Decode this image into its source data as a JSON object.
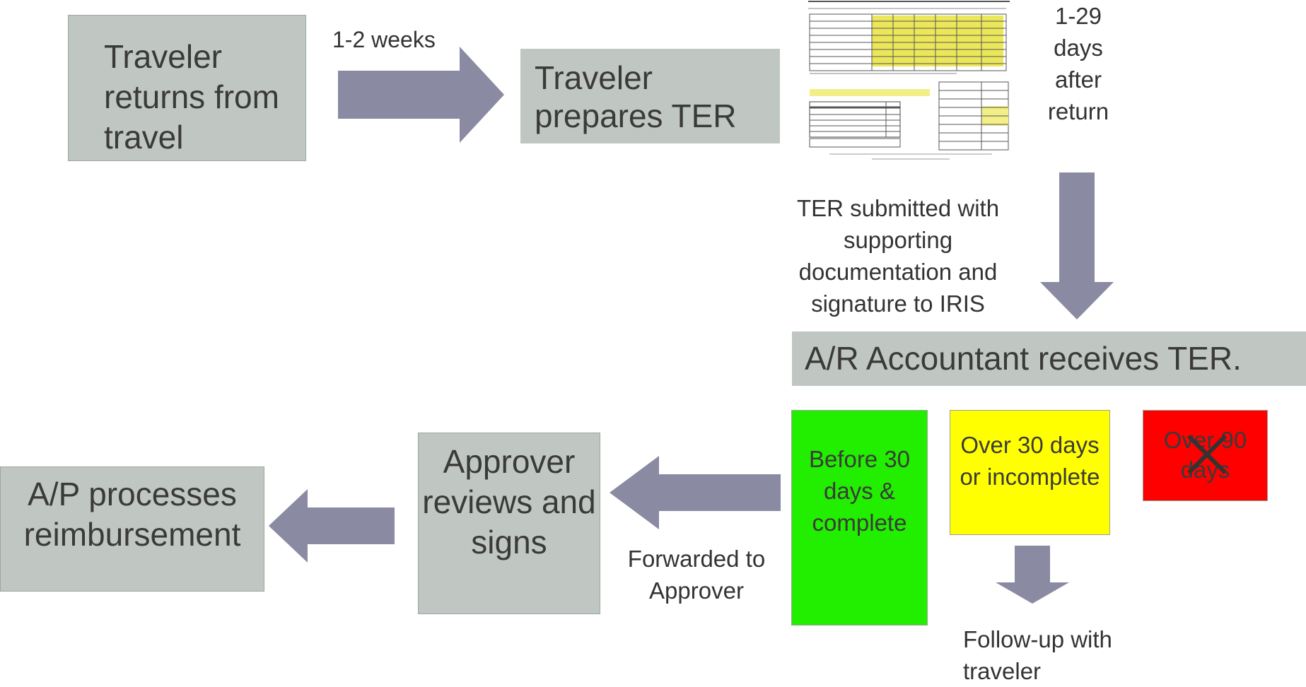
{
  "boxes": {
    "traveler_returns": "Traveler returns from travel",
    "traveler_prepares": "Traveler prepares TER",
    "ar_receives": "A/R Accountant receives TER.",
    "approver": "Approver reviews and signs",
    "ap_processes": "A/P processes reimbursement"
  },
  "labels": {
    "weeks": "1-2 weeks",
    "days_after_return": "1-29 days after return",
    "submitted": "TER submitted with supporting documentation and signature to IRIS",
    "forwarded": "Forwarded to Approver",
    "follow_up": "Follow-up with traveler"
  },
  "status": {
    "green": "Before 30 days & complete",
    "yellow": "Over 30 days or incomplete",
    "red": "Over 90 days"
  },
  "colors": {
    "box_fill": "#c0c7c2",
    "arrow": "#8a8ba2",
    "green": "#22ee00",
    "yellow": "#ffff00",
    "red": "#ff0000"
  },
  "icons": {
    "red_mark": "x-mark-icon",
    "form": "expense-form-thumbnail"
  }
}
